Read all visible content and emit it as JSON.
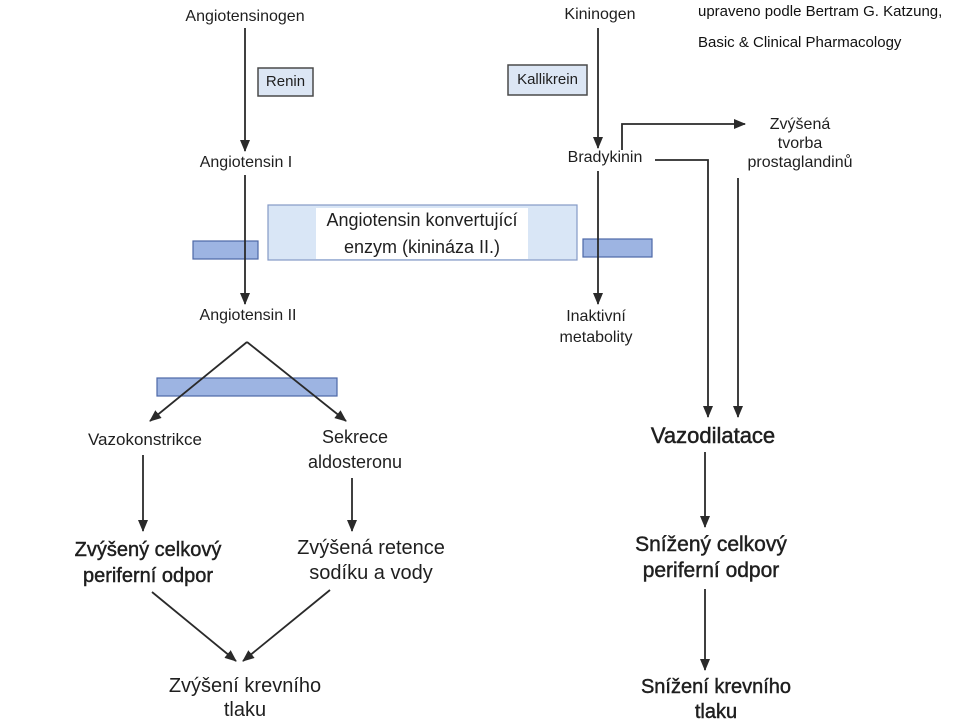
{
  "credit": {
    "line1": "upraveno podle Bertram G. Katzung,",
    "line2": "Basic & Clinical Pharmacology"
  },
  "renin_angiotensin": {
    "angiotensinogen": "Angiotensinogen",
    "renin": "Renin",
    "angiotensin_i": "Angiotensin I",
    "angiotensin_ii": "Angiotensin II",
    "vazokonstrikce": "Vazokonstrikce",
    "sekrece_aldosteronu": [
      "Sekrece",
      "aldosteronu"
    ],
    "zvyseny_odpor": [
      "Zvýšený celkový",
      "periferní odpor"
    ],
    "zvysena_retence": [
      "Zvýšená retence",
      "sodíku a vody"
    ],
    "zvyseni_tlaku": [
      "Zvýšení krevního",
      "tlaku"
    ]
  },
  "enzyme": [
    "Angiotensin konvertující",
    "enzym (kinináza II.)"
  ],
  "kallikrein_kinin": {
    "kininogen": "Kininogen",
    "kallikrein": "Kallikrein",
    "bradykinin": "Bradykinin",
    "prostaglandiny": [
      "Zvýšená",
      "tvorba",
      "prostaglandinů"
    ],
    "inaktivni_metabolity": [
      "Inaktivní",
      "metabolity"
    ],
    "vazodilatace": "Vazodilatace",
    "snizeny_odpor": [
      "Snížený celkový",
      "periferní odpor"
    ],
    "snizeni_tlaku": [
      "Snížení krevního",
      "tlaku"
    ]
  },
  "colors": {
    "bar_fill": "#9db4e2",
    "bar_stroke": "#4d68a6",
    "enzyme_fill": "#d9e6f6",
    "enzyme_stroke": "#8499c6",
    "label_box_fill": "#dce6f4",
    "label_box_stroke": "#4a4a4a",
    "arrow": "#2a2a2a"
  }
}
